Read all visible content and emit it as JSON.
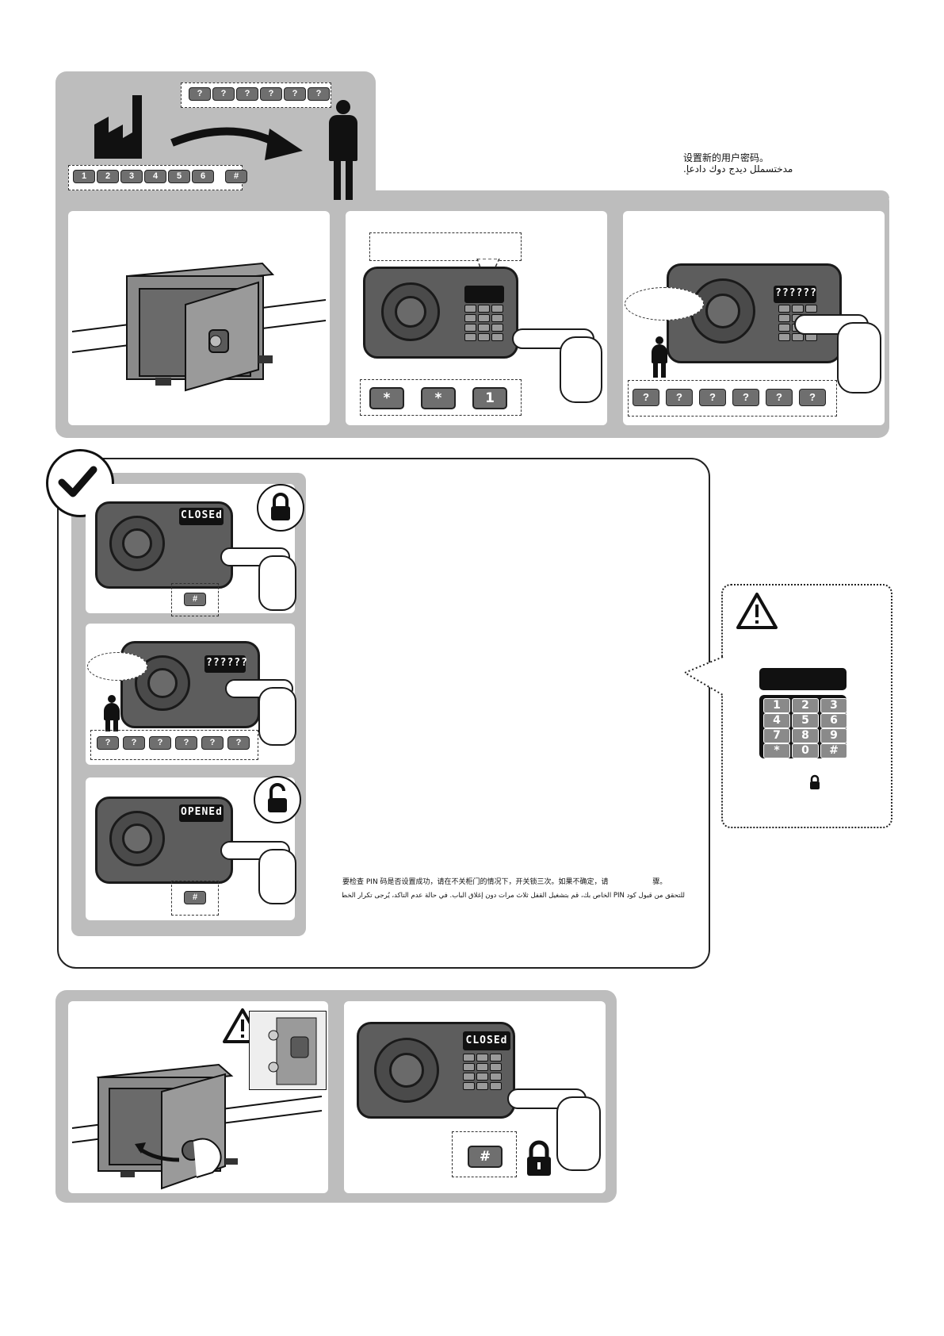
{
  "instruction": {
    "line_zh": "设置新的用户密码。",
    "line_ar": ".مدختسملل ديدج دوك دادعإ"
  },
  "factory_code_keys": [
    "1",
    "2",
    "3",
    "4",
    "5",
    "6",
    "#"
  ],
  "new_code_keys": [
    "?",
    "?",
    "?",
    "?",
    "?",
    "?"
  ],
  "step2_keys": [
    "*",
    "*",
    "1"
  ],
  "step3_display": "??????",
  "step3_keys": [
    "?",
    "?",
    "?",
    "?",
    "?",
    "?"
  ],
  "verify": {
    "closed_display": "CLOSEd",
    "hash_key": "#",
    "enter_display": "??????",
    "enter_keys": [
      "?",
      "?",
      "?",
      "?",
      "?",
      "?"
    ],
    "opened_display": "OPENEd",
    "note_zh_a": "要检查 PIN  码是否设置成功，请在不关柜门的情况下，开关锁三次。如果不确定，请",
    "note_zh_b": "骤。",
    "note_ar": "للتحقق من قبول كود PIN الخاص بك، قم بتشغيل القفل ثلاث مرات دون إغلاق الباب. في حالة عدم التأكد، يُرجى تكرار الخطوات السابقة."
  },
  "warning_keypad": {
    "rows": [
      [
        "1",
        "2",
        "3"
      ],
      [
        "4",
        "5",
        "6"
      ],
      [
        "7",
        "8",
        "9"
      ],
      [
        "*",
        "0",
        "#"
      ]
    ]
  },
  "final": {
    "display": "CLOSEd",
    "hash_key": "#"
  },
  "colors": {
    "panel_grey": "#bdbdbd",
    "key_grey": "#6f6f6f",
    "safe_grey": "#5d5d5d"
  }
}
